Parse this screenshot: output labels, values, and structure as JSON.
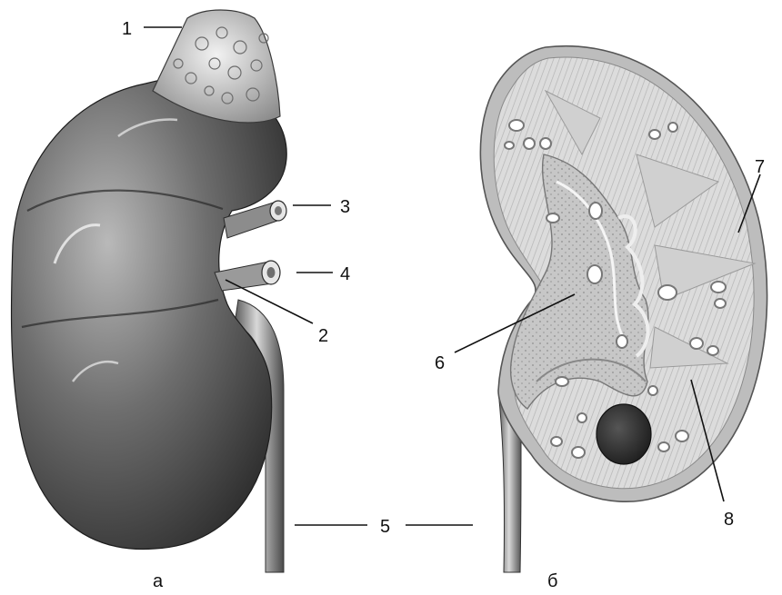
{
  "figure": {
    "labels": [
      {
        "id": "lbl-1",
        "text": "1"
      },
      {
        "id": "lbl-2",
        "text": "2"
      },
      {
        "id": "lbl-3",
        "text": "3"
      },
      {
        "id": "lbl-4",
        "text": "4"
      },
      {
        "id": "lbl-5",
        "text": "5"
      },
      {
        "id": "lbl-6",
        "text": "6"
      },
      {
        "id": "lbl-7",
        "text": "7"
      },
      {
        "id": "lbl-8",
        "text": "8"
      }
    ],
    "panel_a": "а",
    "panel_b": "б"
  },
  "colors": {
    "kidney_dark": "#3a3a3a",
    "kidney_mid": "#7a7a7a",
    "kidney_light": "#c8c8c8",
    "section_bg": "#d9d9d9",
    "capsule": "#9a9a9a"
  }
}
